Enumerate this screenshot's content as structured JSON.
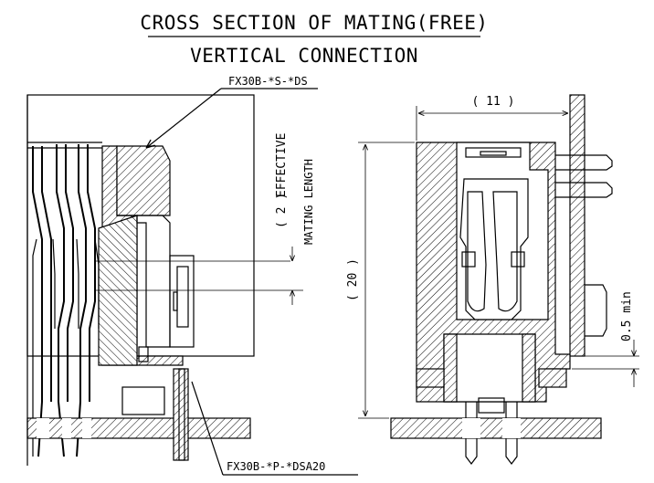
{
  "title": {
    "line1": "CROSS SECTION OF MATING(FREE)",
    "line2": "VERTICAL CONNECTION"
  },
  "labels": {
    "receptacle_part": "FX30B-*S-*DS",
    "plug_part": "FX30B-*P-*DSA20"
  },
  "dimensions": {
    "effective_length_value": "( 2 )",
    "effective_length_text1": "EFFECTIVE",
    "effective_length_text2": "MATING LENGTH",
    "depth": "( 11 )",
    "height": "( 20 )",
    "gap": "0.5 min"
  }
}
